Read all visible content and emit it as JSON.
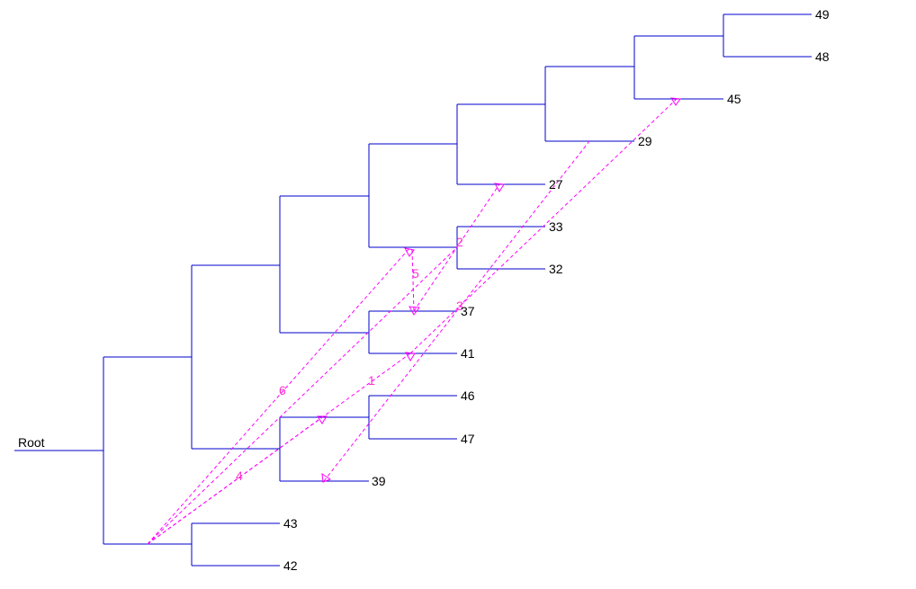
{
  "root_label": "Root",
  "leaves": [
    "49",
    "48",
    "45",
    "29",
    "27",
    "33",
    "32",
    "37",
    "41",
    "46",
    "47",
    "39",
    "43",
    "42"
  ],
  "transfers": [
    "1",
    "2",
    "3",
    "4",
    "5",
    "6"
  ],
  "colors": {
    "tree": "#0000cc",
    "transfer": "#ff00ff",
    "transfer_label": "#ff33cc"
  }
}
